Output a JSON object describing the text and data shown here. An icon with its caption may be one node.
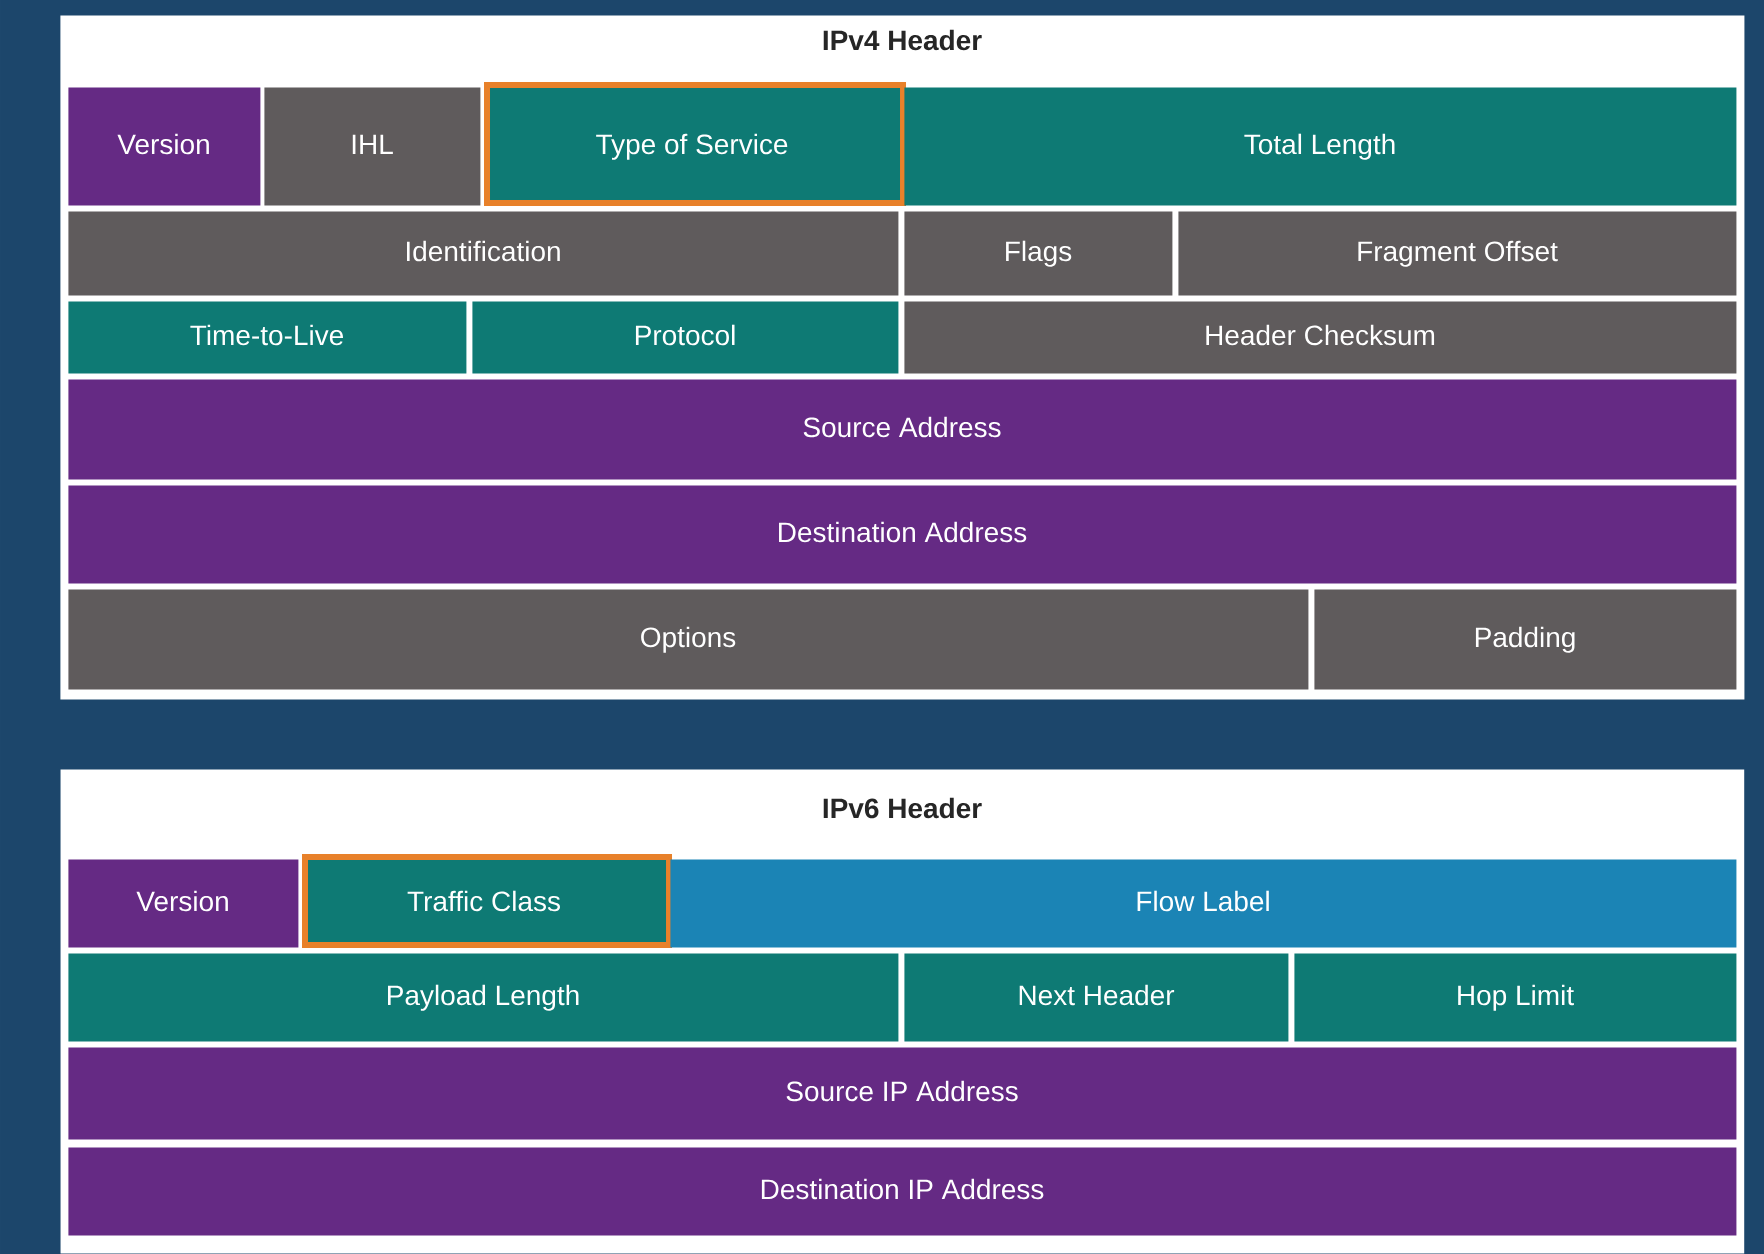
{
  "diagram": {
    "nodes": [
      {
        "text": [
          "IPv4 Header"
        ]
      },
      {
        "text": [
          "Version"
        ],
        "in": 0
      },
      {
        "text": [
          "IHL"
        ],
        "in": 0
      },
      {
        "text": [
          "Type of Service"
        ],
        "in": 0
      },
      {
        "text": [
          "Total Length"
        ],
        "in": 0
      },
      {
        "text": [
          "Identification"
        ],
        "in": 0
      },
      {
        "text": [
          "Flags"
        ],
        "in": 0
      },
      {
        "text": [
          "Fragment Offset"
        ],
        "in": 0
      },
      {
        "text": [
          "Time-to-Live"
        ],
        "in": 0
      },
      {
        "text": [
          "Protocol"
        ],
        "in": 0
      },
      {
        "text": [
          "Header Checksum"
        ],
        "in": 0
      },
      {
        "text": [
          "Source Address"
        ],
        "in": 0
      },
      {
        "text": [
          "Destination Address"
        ],
        "in": 0
      },
      {
        "text": [
          "Options"
        ],
        "in": 0
      },
      {
        "text": [
          "Padding"
        ],
        "in": 0
      },
      {
        "text": [
          "IPv6 Header"
        ]
      },
      {
        "text": [
          "Version"
        ],
        "in": 15
      },
      {
        "text": [
          "Traffic Class"
        ],
        "in": 15
      },
      {
        "text": [
          "Flow Label"
        ],
        "in": 15
      },
      {
        "text": [
          "Payload Length"
        ],
        "in": 15
      },
      {
        "text": [
          "Next Header"
        ],
        "in": 15
      },
      {
        "text": [
          "Hop Limit"
        ],
        "in": 15
      },
      {
        "text": [
          "Source IP Address"
        ],
        "in": 15
      },
      {
        "text": [
          "Destination IP Address"
        ],
        "in": 15
      }
    ]
  }
}
